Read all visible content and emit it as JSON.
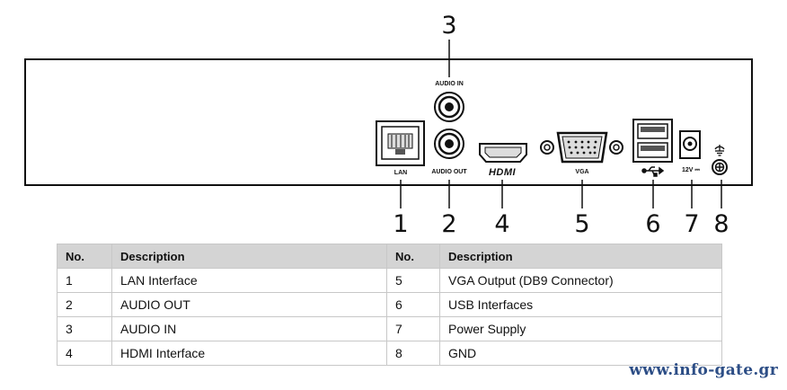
{
  "panel": {
    "ports": [
      {
        "id": "lan",
        "label": "LAN"
      },
      {
        "id": "audio-out",
        "label": "AUDIO OUT"
      },
      {
        "id": "audio-in",
        "label": "AUDIO IN"
      },
      {
        "id": "hdmi",
        "label": "HDMI"
      },
      {
        "id": "vga",
        "label": "VGA"
      },
      {
        "id": "usb",
        "label": "USB"
      },
      {
        "id": "power",
        "label": "12V ⎓"
      },
      {
        "id": "gnd",
        "label": "GND"
      }
    ]
  },
  "callouts": [
    "1",
    "2",
    "3",
    "4",
    "5",
    "6",
    "7",
    "8"
  ],
  "table": {
    "headers": [
      "No.",
      "Description",
      "No.",
      "Description"
    ],
    "rows": [
      [
        "1",
        "LAN Interface",
        "5",
        "VGA Output (DB9 Connector)"
      ],
      [
        "2",
        "AUDIO OUT",
        "6",
        "USB Interfaces"
      ],
      [
        "3",
        "AUDIO IN",
        "7",
        "Power Supply"
      ],
      [
        "4",
        "HDMI Interface",
        "8",
        "GND"
      ]
    ]
  },
  "watermark": "www.info-gate.gr"
}
